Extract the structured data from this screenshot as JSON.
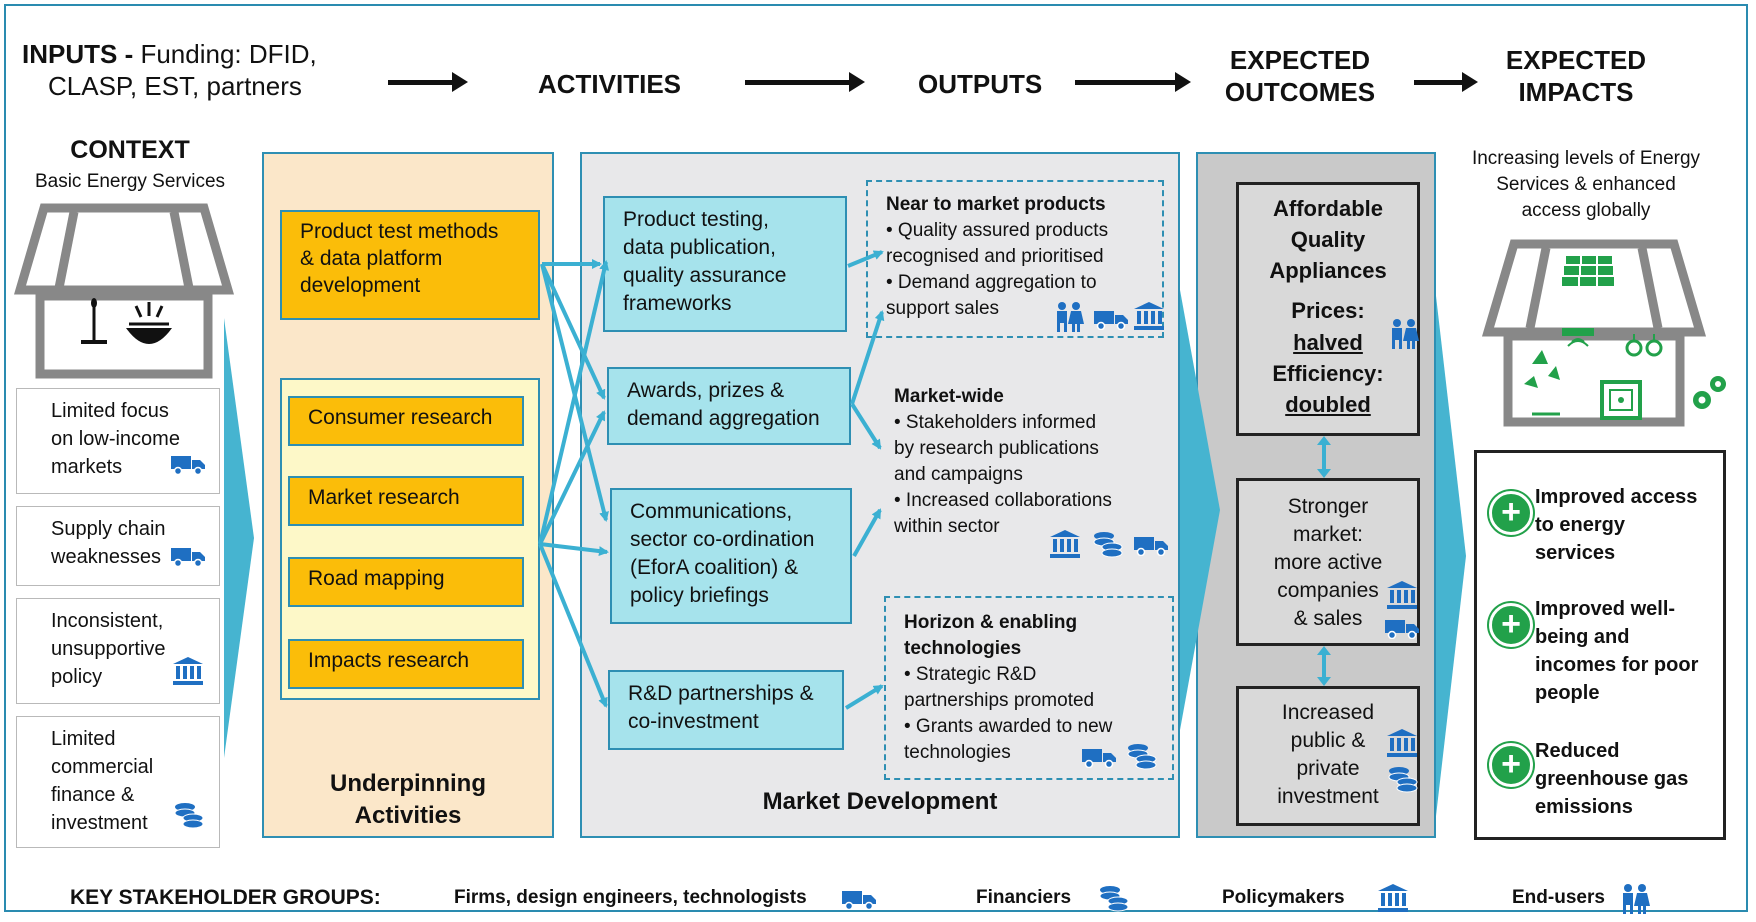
{
  "header": {
    "inputs_bold": "INPUTS -",
    "inputs_line1": " Funding: DFID,",
    "inputs_line2": "CLASP, EST, partners",
    "activities": "ACTIVITIES",
    "outputs": "OUTPUTS",
    "outcomes_1": "EXPECTED",
    "outcomes_2": "OUTCOMES",
    "impacts_1": "EXPECTED",
    "impacts_2": "IMPACTS"
  },
  "context": {
    "title": "CONTEXT",
    "subtitle": "Basic Energy Services",
    "items": [
      {
        "lines": [
          "Limited focus",
          "on low-income",
          "markets"
        ],
        "icon": "truck-icon"
      },
      {
        "lines": [
          "Supply chain",
          "weaknesses"
        ],
        "icon": "truck-icon"
      },
      {
        "lines": [
          "Inconsistent,",
          "unsupportive",
          "policy"
        ],
        "icon": "bank-icon"
      },
      {
        "lines": [
          "Limited",
          "commercial",
          "finance &",
          "investment"
        ],
        "icon": "coins-icon"
      }
    ]
  },
  "underpinning": {
    "label_1": "Underpinning",
    "label_2": "Activities",
    "top_box": [
      "Product test methods",
      "& data platform",
      "development"
    ],
    "research_boxes": [
      "Consumer research",
      "Market research",
      "Road mapping",
      "Impacts research"
    ]
  },
  "market": {
    "label": "Market Development",
    "activity_boxes": [
      [
        "Product testing,",
        "data publication,",
        "quality assurance",
        "frameworks"
      ],
      [
        "Awards, prizes &",
        "demand aggregation"
      ],
      [
        "Communications,",
        "sector co-ordination",
        "(EforA coalition) &",
        "policy briefings"
      ],
      [
        "R&D partnerships &",
        "co-investment"
      ]
    ],
    "outputs": [
      {
        "title": "Near to market products",
        "lines": [
          "• Quality assured products",
          "recognised and prioritised",
          "• Demand aggregation to",
          "support sales"
        ]
      },
      {
        "title": "Market-wide",
        "lines": [
          "• Stakeholders informed",
          "by research publications",
          "and campaigns",
          "• Increased collaborations",
          "within sector"
        ]
      },
      {
        "title_1": "Horizon & enabling",
        "title_2": "technologies",
        "lines": [
          "• Strategic R&D",
          "partnerships promoted",
          "• Grants awarded to new",
          "technologies"
        ]
      }
    ]
  },
  "outcomes": {
    "box1": {
      "title_1": "Affordable",
      "title_2": "Quality",
      "title_3": "Appliances",
      "prices_label": "Prices:",
      "prices_value": "halved",
      "eff_label": "Efficiency:",
      "eff_value": "doubled"
    },
    "box2": [
      "Stronger",
      "market:",
      "more active",
      "companies",
      "& sales"
    ],
    "box3": [
      "Increased",
      "public &",
      "private",
      "investment"
    ]
  },
  "impacts": {
    "header_lines": [
      "Increasing levels of Energy",
      "Services & enhanced",
      "access globally"
    ],
    "items": [
      [
        "Improved access",
        "to energy",
        "services"
      ],
      [
        "Improved well-",
        "being and",
        "incomes for poor",
        "people"
      ],
      [
        "Reduced",
        "greenhouse gas",
        "emissions"
      ]
    ]
  },
  "stakeholders": {
    "label": "KEY STAKEHOLDER GROUPS:",
    "groups": [
      {
        "name": "Firms, design engineers, technologists",
        "icon": "truck-icon"
      },
      {
        "name": "Financiers",
        "icon": "coins-icon"
      },
      {
        "name": "Policymakers",
        "icon": "bank-icon"
      },
      {
        "name": "End-users",
        "icon": "people-icon"
      }
    ]
  },
  "colors": {
    "teal": "#2e8fb3",
    "orange": "#fbbd09",
    "light_blue": "#a6e3ec",
    "icon_blue": "#1f6fc2",
    "green": "#22a14a"
  }
}
